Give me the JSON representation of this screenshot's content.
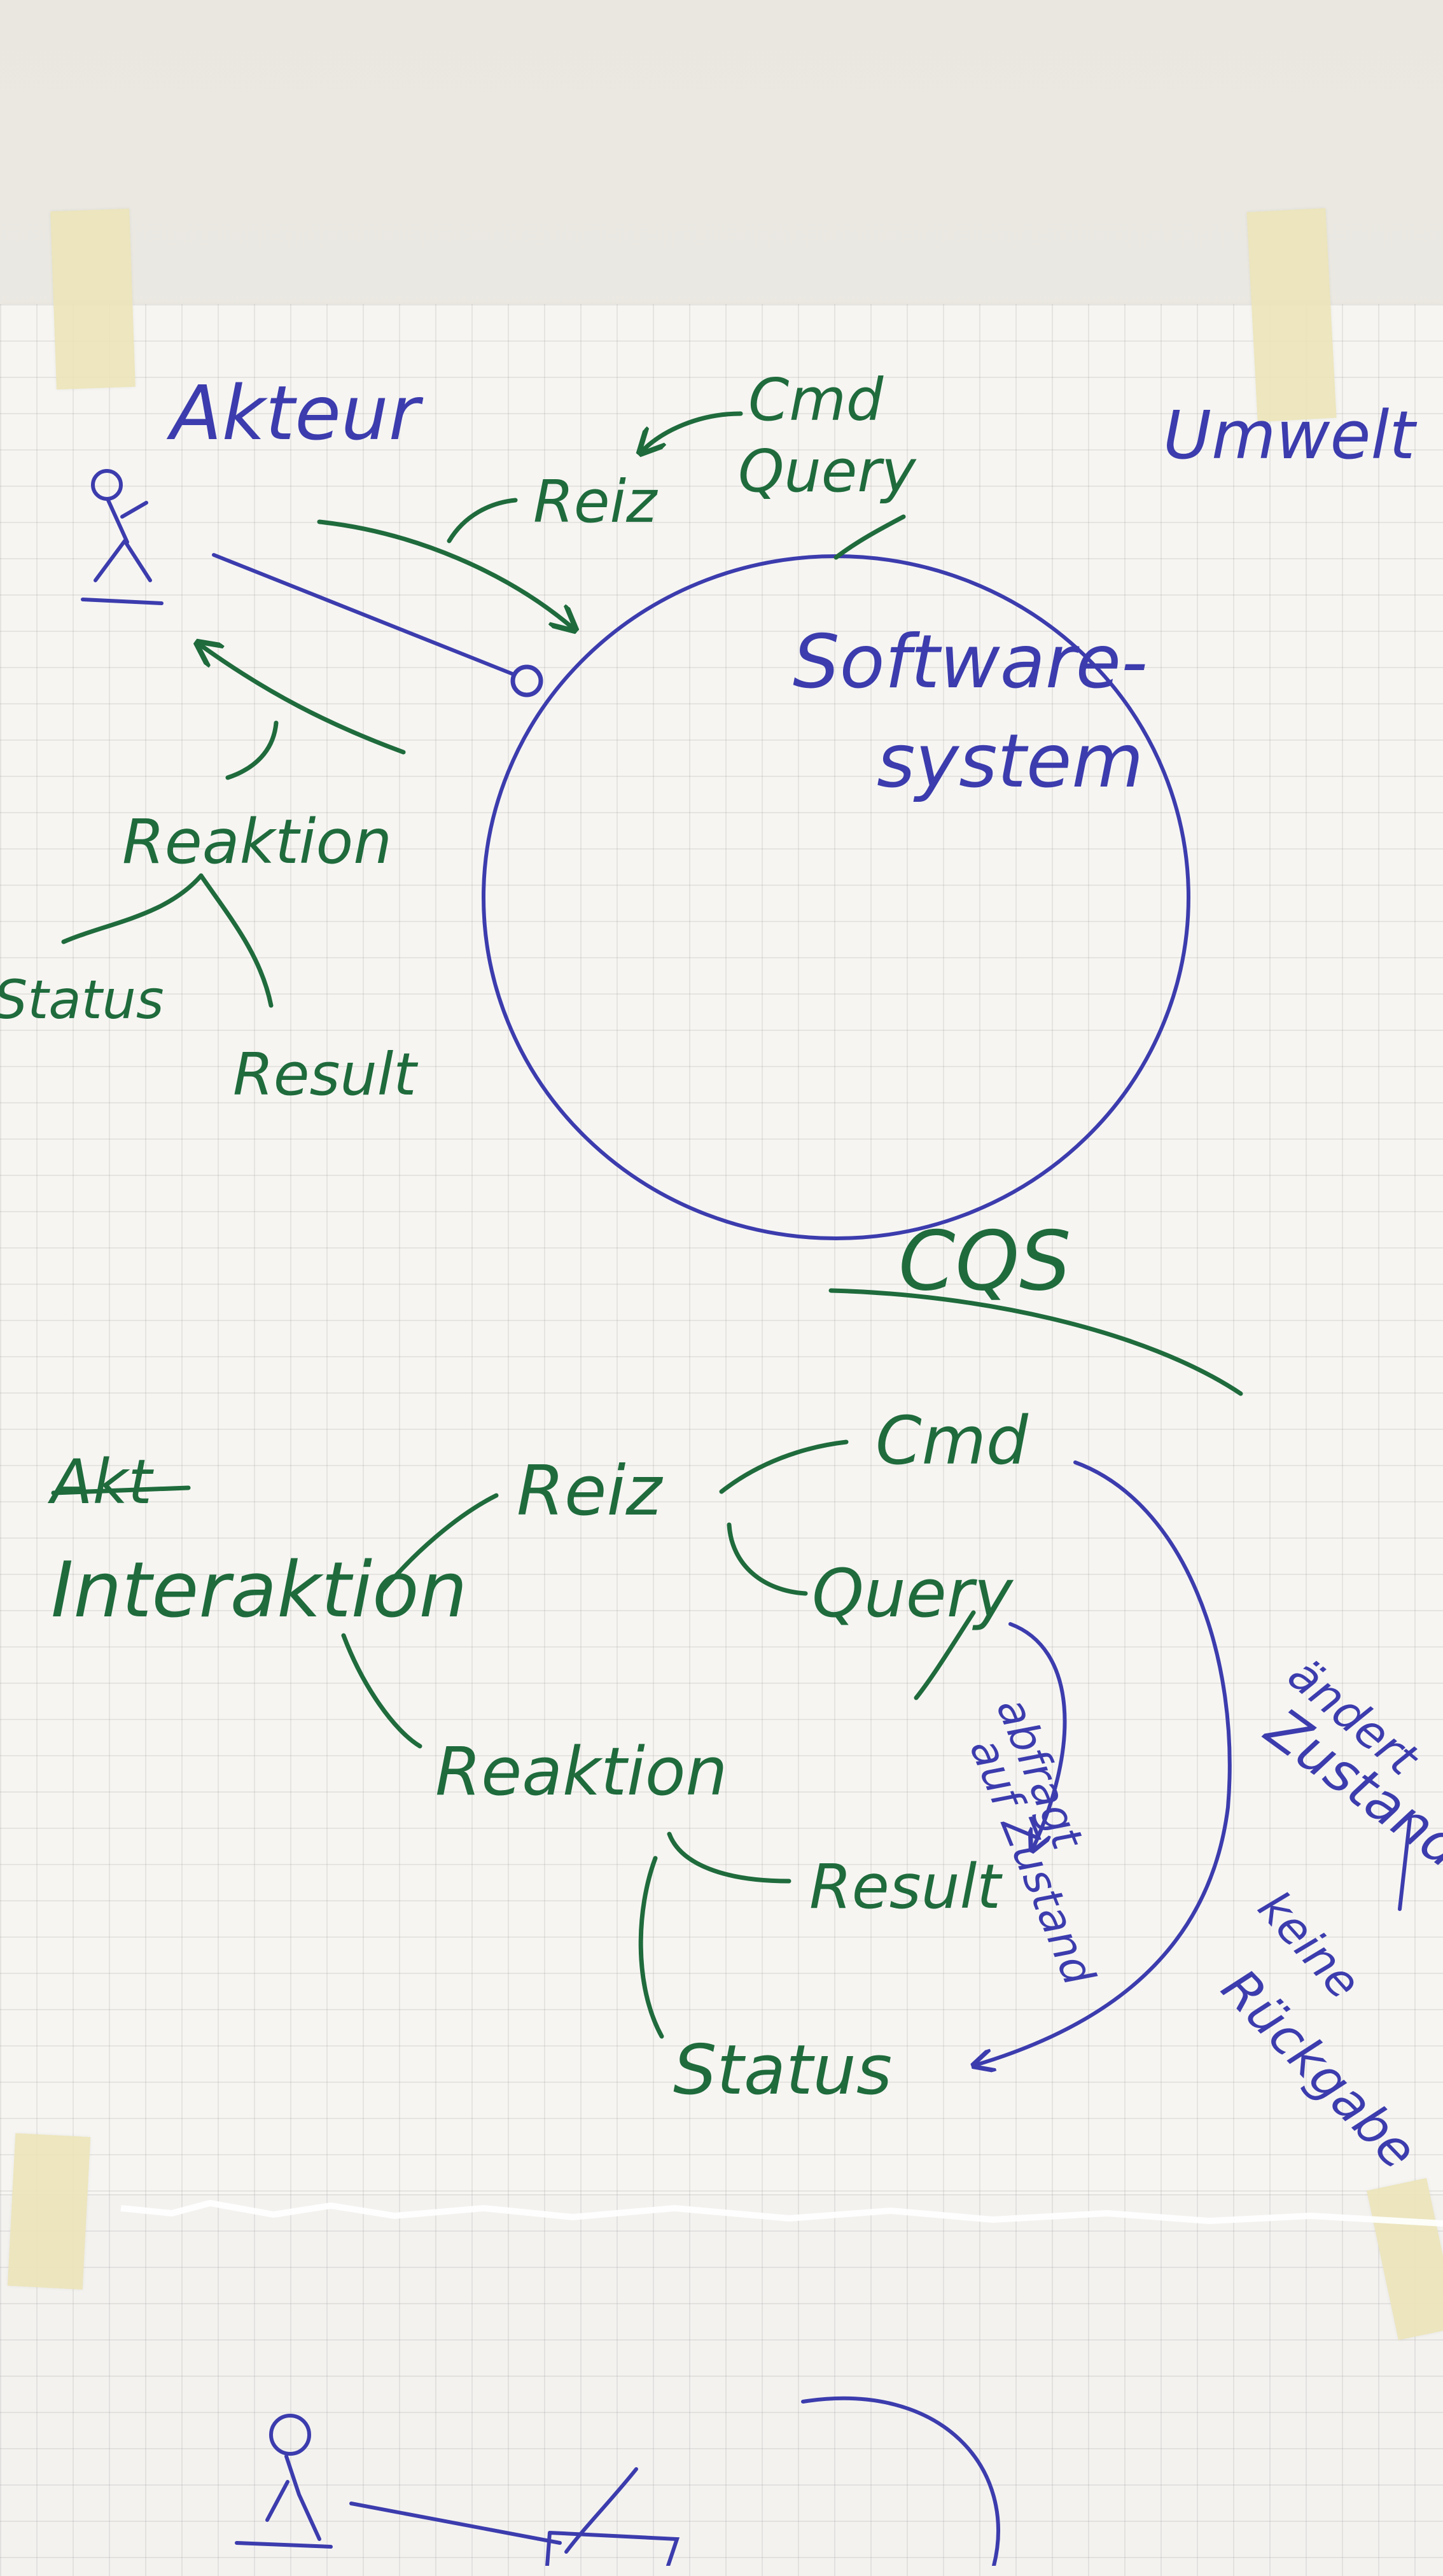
{
  "top_diagram": {
    "actor_label": "Akteur",
    "environment_label": "Umwelt",
    "stimulus_label": "Reiz",
    "stimulus_types": [
      "Cmd",
      "Query"
    ],
    "system_label_line1": "Software-",
    "system_label_line2": "system",
    "reaction_label": "Reaktion",
    "reaction_types": [
      "Status",
      "Result"
    ]
  },
  "cqs_section": {
    "heading": "CQS",
    "interaction_label": "Interaktion",
    "stimulus_label": "Reiz",
    "cmd_label": "Cmd",
    "query_label": "Query",
    "reaction_label": "Reaktion",
    "result_label": "Result",
    "status_label": "Status",
    "query_note_line1": "abfragt",
    "query_note_line2": "auf Zustand",
    "cmd_note_line1": "ändert",
    "cmd_note_line2": "Zustand",
    "cmd_note_line3": "keine",
    "cmd_note_line4": "Rückgabe"
  },
  "colors": {
    "blue_marker": "#3c3cae",
    "green_marker": "#1f6b3c",
    "paper": "#f6f5f2",
    "tape": "#ece4ba"
  }
}
